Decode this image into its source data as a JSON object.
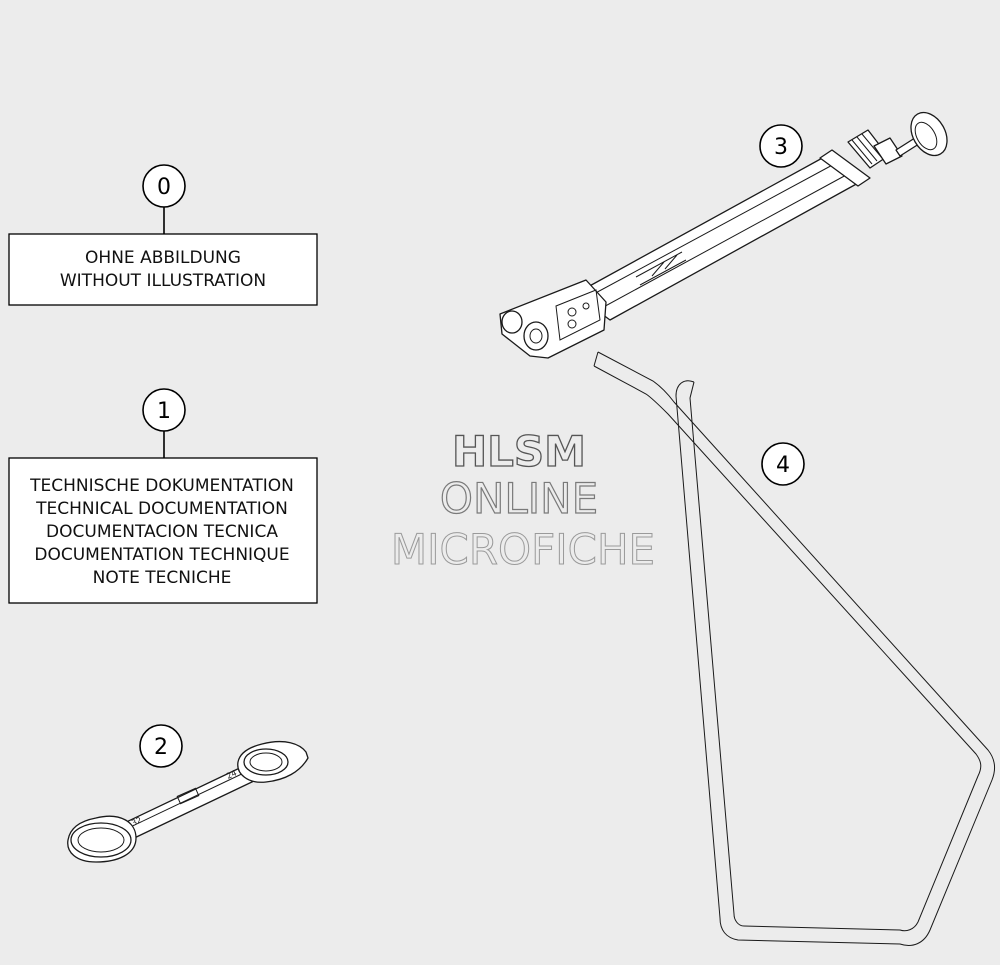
{
  "callouts": [
    {
      "id": "0",
      "label": "0"
    },
    {
      "id": "1",
      "label": "1"
    },
    {
      "id": "2",
      "label": "2"
    },
    {
      "id": "3",
      "label": "3"
    },
    {
      "id": "4",
      "label": "4"
    }
  ],
  "box0": {
    "lines": [
      "OHNE ABBILDUNG",
      "WITHOUT ILLUSTRATION"
    ]
  },
  "box1": {
    "lines": [
      "TECHNISCHE DOKUMENTATION",
      "TECHNICAL DOCUMENTATION",
      "DOCUMENTACION TECNICA",
      "DOCUMENTATION TECHNIQUE",
      "NOTE TECNICHE"
    ]
  },
  "watermark": {
    "line1": "HLSM",
    "line2": "ONLINE",
    "line3": "MICROFICHE"
  },
  "colors": {
    "background": "#ececec",
    "line": "#000000",
    "watermark_dark": "#555555",
    "watermark_light": "#9a9a9a"
  },
  "icons": {
    "part2": "wrench-icon",
    "part3": "suspension-tool-icon",
    "part4": "stand-icon"
  }
}
